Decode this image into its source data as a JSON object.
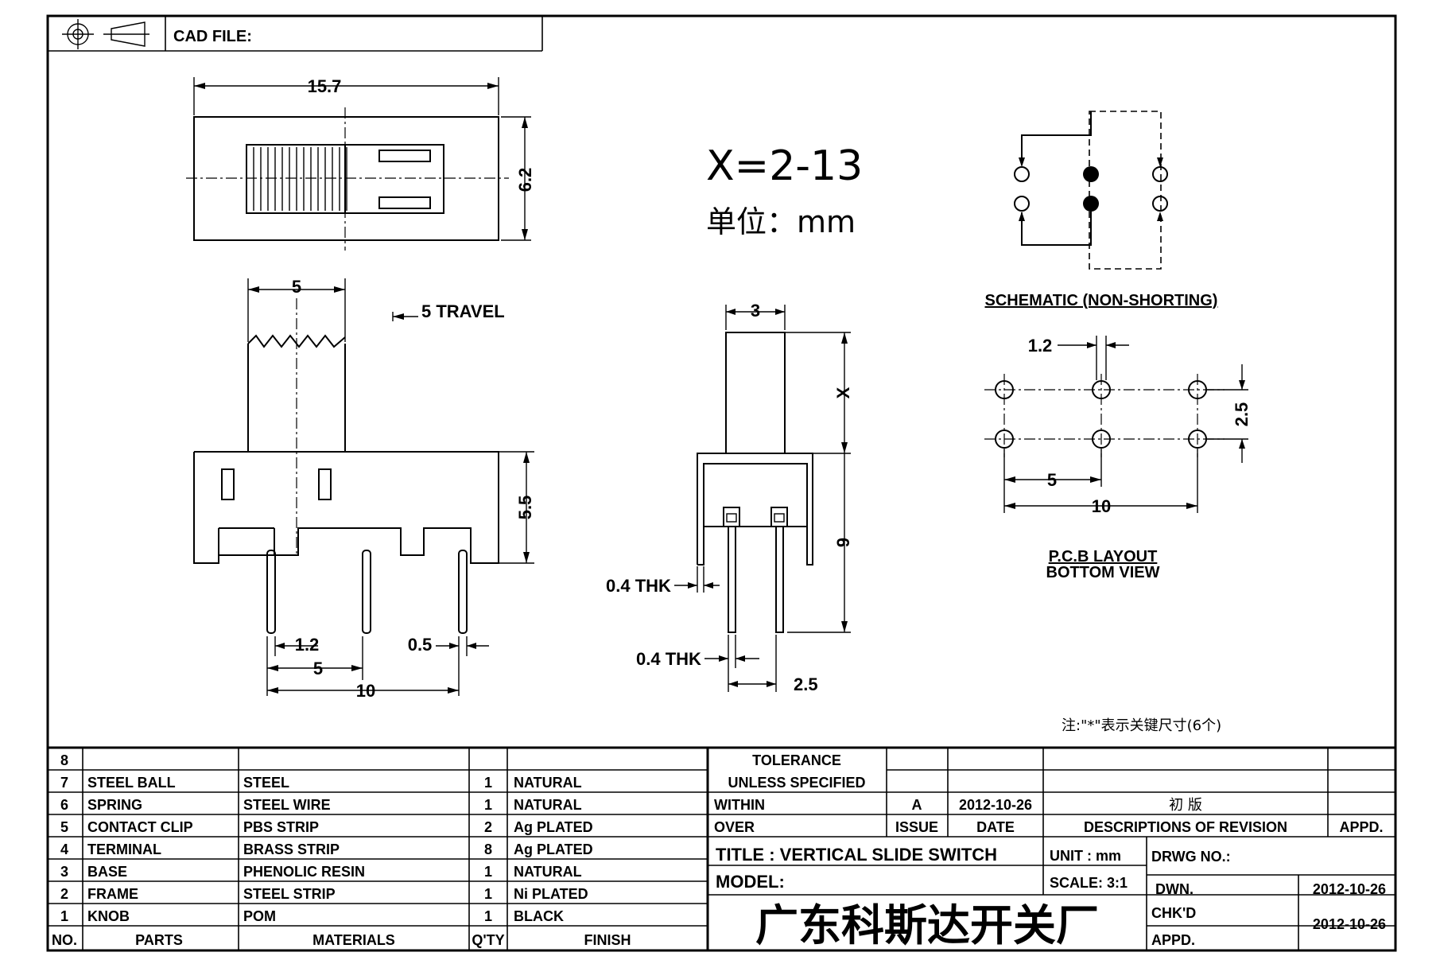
{
  "header": {
    "cad_file_label": "CAD FILE:"
  },
  "top_view": {
    "width_dim": "15.7",
    "height_dim": "6.2"
  },
  "side_view": {
    "knob_width_dim": "5",
    "travel_label": "5 TRAVEL",
    "base_height_dim": "5.5",
    "pin_width_dim": "1.2",
    "pin_gap_dim": "0.5",
    "pin_pitch_dim": "5",
    "pin_span_dim": "10"
  },
  "end_view": {
    "knob_width_dim": "3",
    "knob_height_dim": "X",
    "base_height_dim": "9",
    "thk_upper": "0.4 THK",
    "thk_lower": "0.4 THK",
    "pin_offset_dim": "2.5"
  },
  "spec": {
    "x_range": "X=2-13",
    "unit_note": "单位：mm"
  },
  "schematic": {
    "label": "SCHEMATIC (NON-SHORTING)"
  },
  "pcb_layout": {
    "hole_dia_dim": "1.2",
    "row_pitch_dim": "2.5",
    "col_pitch_dim": "5",
    "span_dim": "10",
    "label_line1": "P.C.B LAYOUT",
    "label_line2": "BOTTOM VIEW"
  },
  "footnote": "注:\"*\"表示关键尺寸(6个)",
  "bom": {
    "header": {
      "no": "NO.",
      "parts": "PARTS",
      "materials": "MATERIALS",
      "qty": "Q'TY",
      "finish": "FINISH"
    },
    "rows": [
      {
        "no": "8",
        "part": "",
        "material": "",
        "qty": "",
        "finish": ""
      },
      {
        "no": "7",
        "part": "STEEL BALL",
        "material": "STEEL",
        "qty": "1",
        "finish": "NATURAL"
      },
      {
        "no": "6",
        "part": "SPRING",
        "material": "STEEL WIRE",
        "qty": "1",
        "finish": "NATURAL"
      },
      {
        "no": "5",
        "part": "CONTACT CLIP",
        "material": "PBS STRIP",
        "qty": "2",
        "finish": "Ag PLATED"
      },
      {
        "no": "4",
        "part": "TERMINAL",
        "material": "BRASS STRIP",
        "qty": "8",
        "finish": "Ag PLATED"
      },
      {
        "no": "3",
        "part": "BASE",
        "material": "PHENOLIC RESIN",
        "qty": "1",
        "finish": "NATURAL"
      },
      {
        "no": "2",
        "part": "FRAME",
        "material": "STEEL STRIP",
        "qty": "1",
        "finish": "Ni PLATED"
      },
      {
        "no": "1",
        "part": "KNOB",
        "material": "POM",
        "qty": "1",
        "finish": "BLACK"
      }
    ]
  },
  "title_block": {
    "tolerance_line1": "TOLERANCE",
    "tolerance_line2": "UNLESS  SPECIFIED",
    "within": "WITHIN",
    "over": "OVER",
    "rev_issue": "A",
    "rev_date": "2012-10-26",
    "rev_description": "初  版",
    "issue_header": "ISSUE",
    "date_header": "DATE",
    "desc_header": "DESCRIPTIONS OF REVISION",
    "appd_header": "APPD.",
    "title": "TITLE :  VERTICAL SLIDE SWITCH",
    "unit": "UNIT :  mm",
    "drwg_no": "DRWG NO.:",
    "model": "MODEL:",
    "scale": "SCALE:  3:1",
    "company": "广东科斯达开关厂",
    "dwn_label": "DWN.",
    "dwn_date": "2012-10-26",
    "chkd_label": "CHK'D",
    "chkd_date": "2012-10-26",
    "appd_label": "APPD."
  }
}
